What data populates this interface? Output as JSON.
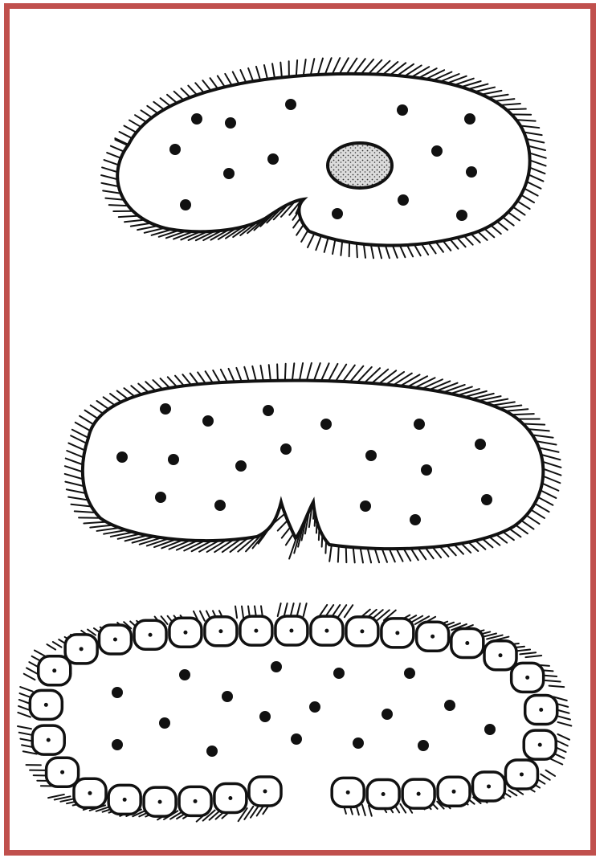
{
  "colors": {
    "frame": "#c0504d",
    "ink": "#111111",
    "background": "#ffffff",
    "cell_fill": "#ffffff",
    "nucleus_fill": "#d9d9d9"
  },
  "figures": [
    {
      "name": "ciliate-with-macronucleus",
      "description_visible": ""
    },
    {
      "name": "ciliate-with-oral-groove",
      "description_visible": ""
    },
    {
      "name": "ciliate-with-cellular-layer",
      "description_visible": ""
    }
  ]
}
